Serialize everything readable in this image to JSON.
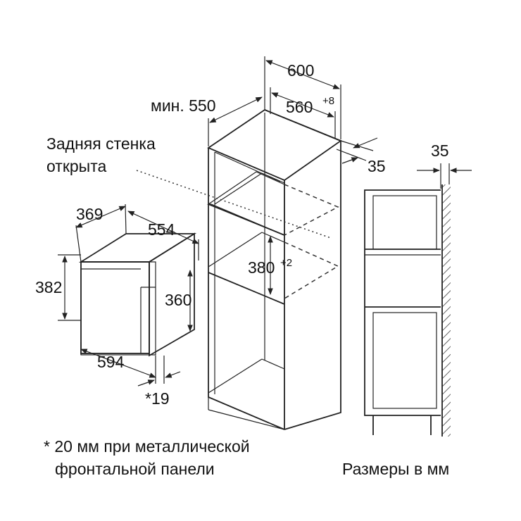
{
  "labels": {
    "w600": "600",
    "min550": "мин. 550",
    "w560": "560",
    "w560_sup": "+8",
    "rear_wall_line1": "Задняя стенка",
    "rear_wall_line2": "открыта",
    "d35_right": "35",
    "d35_top": "35",
    "d369": "369",
    "d554": "554",
    "d382": "382",
    "d360": "360",
    "d380": "380",
    "d380_sup": "+2",
    "d594": "594",
    "d19": "*19",
    "footnote_line1": "* 20 мм при металлической",
    "footnote_line2": "фронтальной панели",
    "units": "Размеры в мм"
  }
}
